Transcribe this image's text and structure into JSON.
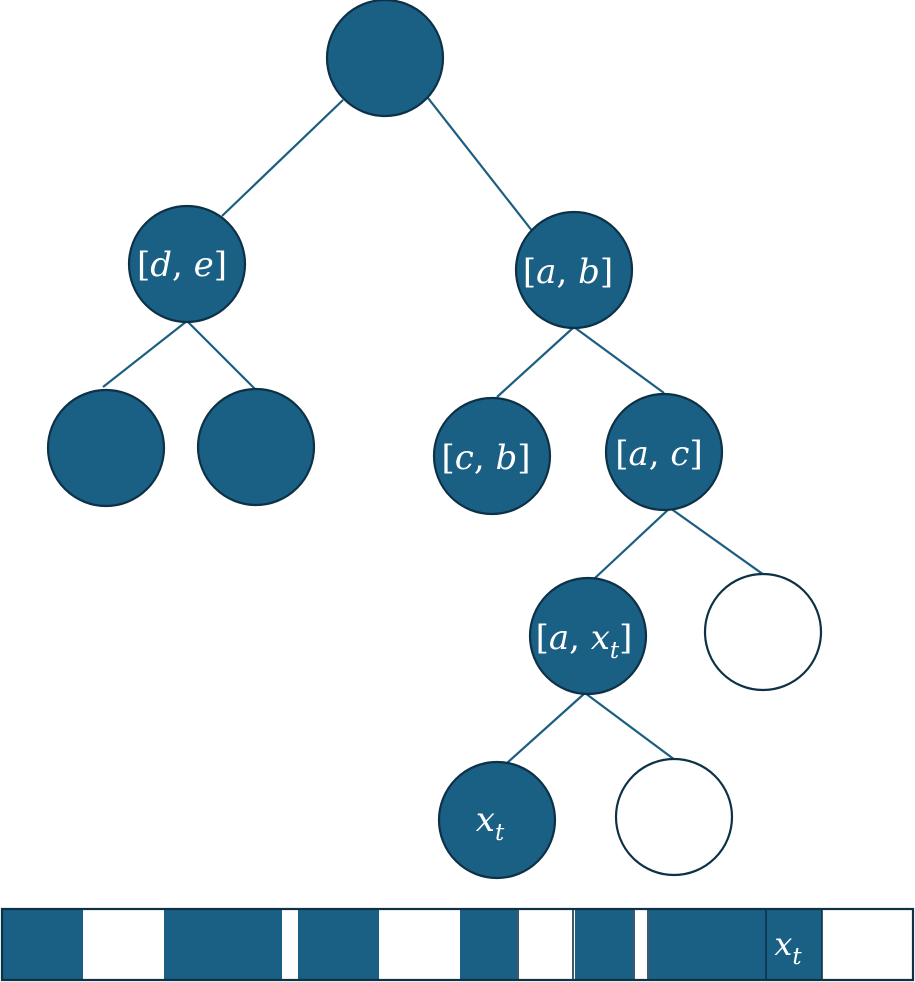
{
  "tree": {
    "labels": {
      "left_child": {
        "open": "[",
        "a": "d",
        "sep": ", ",
        "b": "e",
        "close": "]"
      },
      "right_child": {
        "open": "[",
        "a": "a",
        "sep": ", ",
        "b": "b",
        "close": "]"
      },
      "right_left": {
        "open": "[",
        "a": "c",
        "sep": ", ",
        "b": "b",
        "close": "]"
      },
      "right_right": {
        "open": "[",
        "a": "a",
        "sep": ", ",
        "b": "c",
        "close": "]"
      },
      "interval_node": {
        "open": "[",
        "a": "a",
        "sep": ", ",
        "x": "x",
        "sub": "t",
        "close": "]"
      },
      "leaf_node": {
        "x": "x",
        "sub": "t"
      }
    }
  },
  "array": {
    "marker": {
      "x": "x",
      "sub": "t"
    }
  },
  "colors": {
    "filled": "#1a5f84",
    "outline": "#0d3147",
    "edge": "#1b5e80",
    "empty": "#ffffff",
    "label": "#ffffff"
  }
}
